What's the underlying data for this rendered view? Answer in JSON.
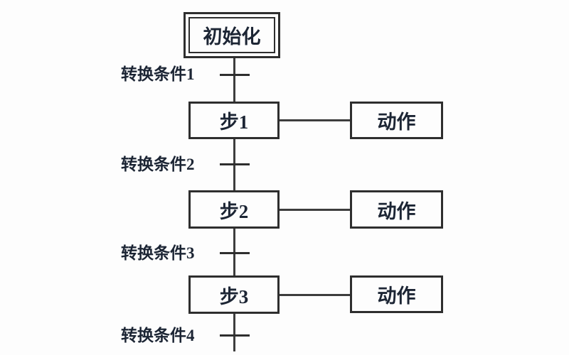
{
  "diagram": {
    "initial_step": "初始化",
    "steps": [
      {
        "label": "步1",
        "action": "动作"
      },
      {
        "label": "步2",
        "action": "动作"
      },
      {
        "label": "步3",
        "action": "动作"
      }
    ],
    "transitions": [
      "转换条件1",
      "转换条件2",
      "转换条件3",
      "转换条件4"
    ],
    "colors": {
      "line": "#3d3d3d",
      "box_border": "#2e2e2e",
      "text": "#1c2534",
      "background": "#fdfdfd"
    }
  }
}
